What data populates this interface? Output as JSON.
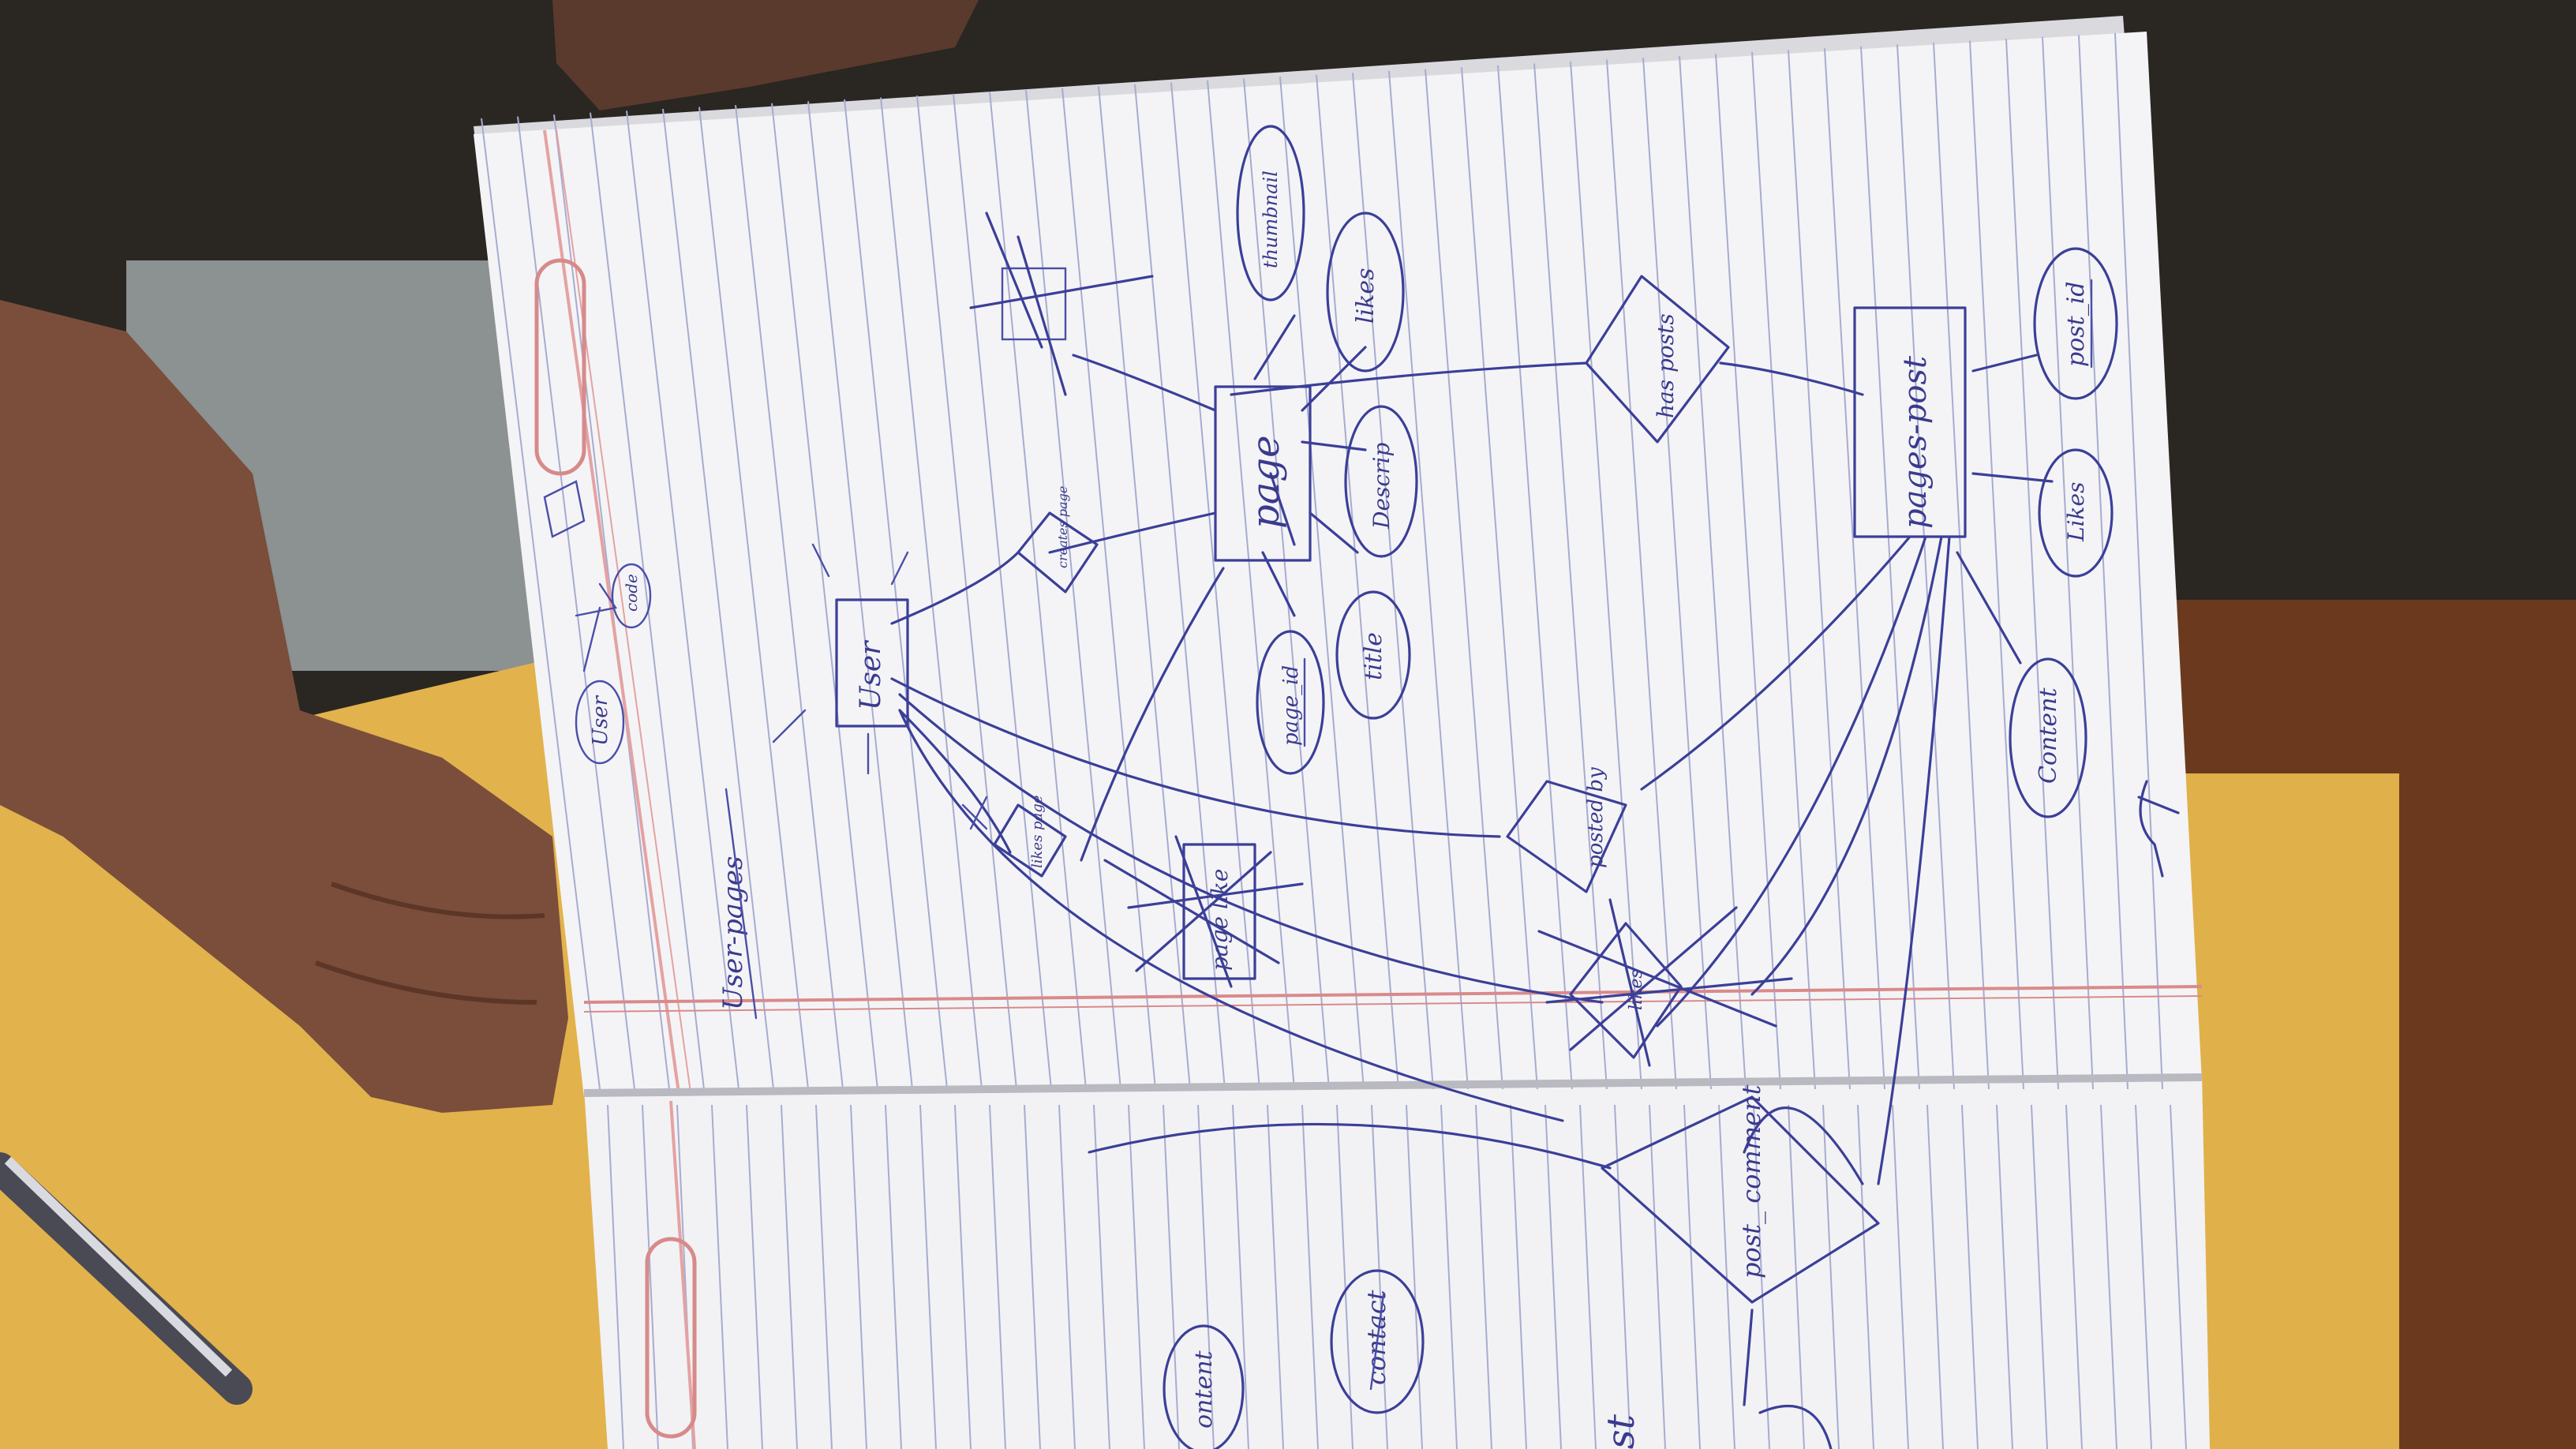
{
  "photo": {
    "subject": "hand-drawn ER diagram in a ruled notebook",
    "colors": {
      "desk_dark": "#2a2622",
      "table_yellow": "#e4b64a",
      "table_wood": "#6b3a1e",
      "paper": "#f4f4f6",
      "rule_lines": "#9aa0c8",
      "margin_red": "#d98a8a",
      "ink": "#3b3f98",
      "skin": "#7a4e3a"
    }
  },
  "diagram": {
    "page_heading": "User-pages",
    "entities": {
      "user": "User",
      "page": "page",
      "pages_post": "pages-post",
      "page_like": "page like"
    },
    "relationships": {
      "likes_page": "likes page",
      "creates_page": "creates page",
      "has_posts": "has posts",
      "posted_by": "posted by",
      "post_comment": "post_ comment",
      "likes_crossed": "likes"
    },
    "attributes": {
      "thumbnail": "thumbnail",
      "likes": "likes",
      "description": "Descrip",
      "title": "title",
      "page_id": "page_id",
      "post_id": "post_id",
      "post_likes": "Likes",
      "content": "Content",
      "contact": "contact",
      "content_next_page": "ontent"
    },
    "margin_notes": {
      "user": "User",
      "code": "code",
      "next_page_fragment": "st"
    }
  }
}
